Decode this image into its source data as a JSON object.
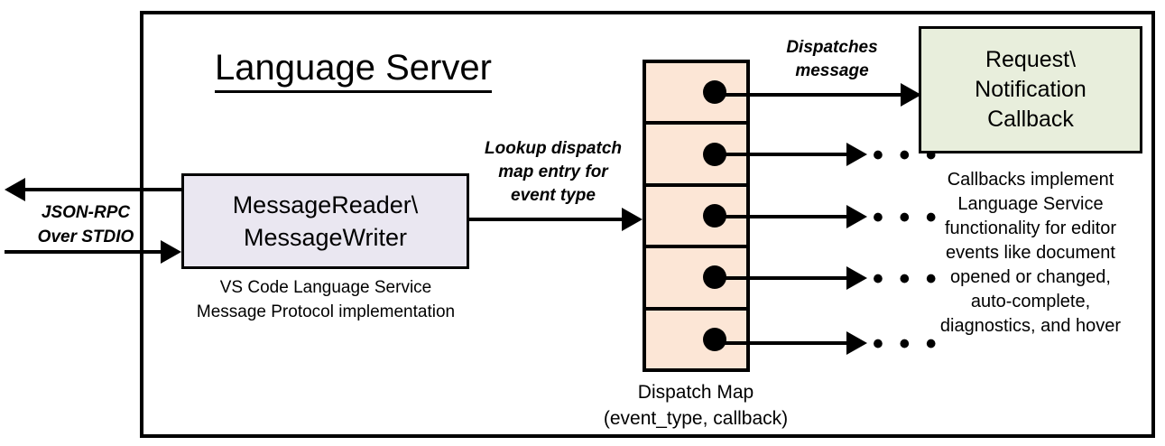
{
  "diagram": {
    "title": "Language Server",
    "frame_label": "Language Server"
  },
  "external": {
    "io_label_line1": "JSON-RPC",
    "io_label_line2": "Over STDIO"
  },
  "reader": {
    "title_line1": "MessageReader\\",
    "title_line2": "MessageWriter",
    "caption_line1": "VS Code Language Service",
    "caption_line2": "Message Protocol implementation",
    "fill_color": "#EAE7F1"
  },
  "edges": {
    "lookup_line1": "Lookup dispatch",
    "lookup_line2": "map entry for",
    "lookup_line3": "event type",
    "dispatches_line1": "Dispatches",
    "dispatches_line2": "message"
  },
  "dispatch_map": {
    "caption_line1": "Dispatch Map",
    "caption_line2": "(event_type, callback)",
    "fill_color": "#FCE6D6",
    "rows": [
      {
        "index": 1,
        "ellipsis": ""
      },
      {
        "index": 2,
        "ellipsis": "• • •"
      },
      {
        "index": 3,
        "ellipsis": "• • •"
      },
      {
        "index": 4,
        "ellipsis": "• • •"
      },
      {
        "index": 5,
        "ellipsis": "• • •"
      }
    ]
  },
  "callback": {
    "title_line1": "Request\\",
    "title_line2": "Notification",
    "title_line3": "Callback",
    "caption_line1": "Callbacks implement",
    "caption_line2": "Language Service",
    "caption_line3": "functionality for editor",
    "caption_line4": "events like document",
    "caption_line5": "opened or changed,",
    "caption_line6": "auto-complete,",
    "caption_line7": "diagnostics, and hover",
    "fill_color": "#E8EEDC"
  }
}
